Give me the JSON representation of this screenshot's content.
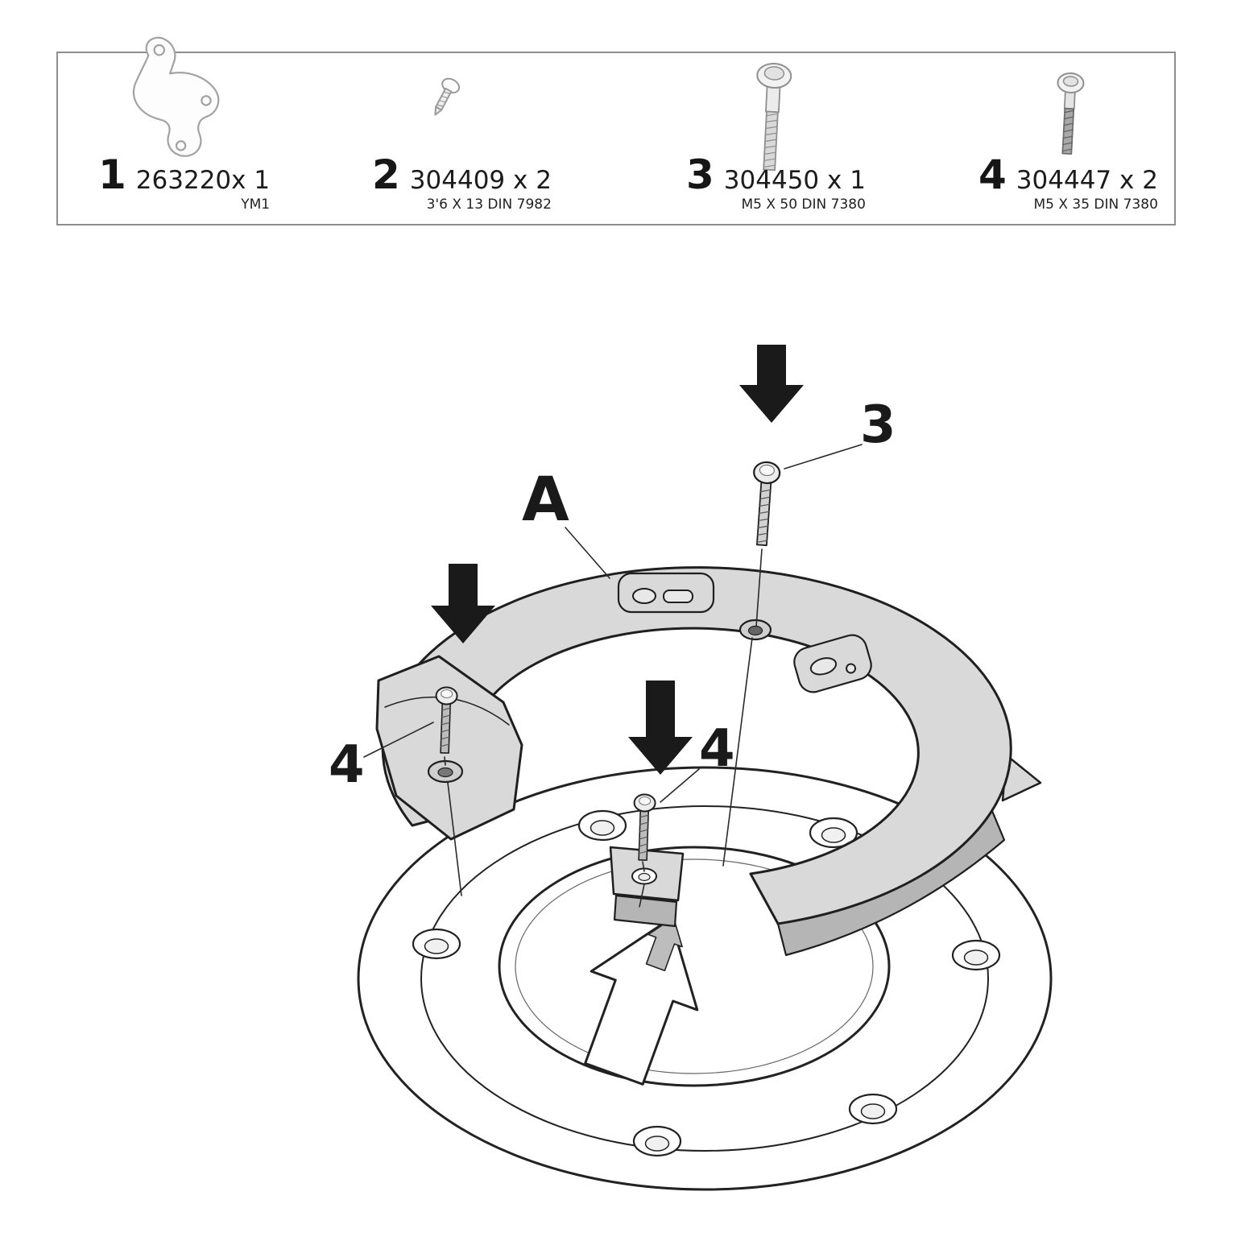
{
  "parts_list": {
    "items": [
      {
        "number": "1",
        "code": "263220x 1",
        "spec": "YM1",
        "icon": "bracket-part-icon"
      },
      {
        "number": "2",
        "code": "304409 x 2",
        "spec": "3'6 X 13 DIN 7982",
        "icon": "short-screw-icon"
      },
      {
        "number": "3",
        "code": "304450 x 1",
        "spec": "M5 X 50 DIN 7380",
        "icon": "long-bolt-icon"
      },
      {
        "number": "4",
        "code": "304447 x 2",
        "spec": "M5 X 35 DIN 7380",
        "icon": "medium-bolt-icon"
      }
    ]
  },
  "diagram": {
    "ring_label": "A",
    "screw3_label": "3",
    "screw4_left_label": "4",
    "screw4_middle_label": "4"
  },
  "colors": {
    "line": "#1f1f1f",
    "ring_fill": "#d9d9d9",
    "ring_wall": "#b5b5b5",
    "part_outline": "#9a9a9a",
    "arrow_fill": "#1a1a1a"
  }
}
